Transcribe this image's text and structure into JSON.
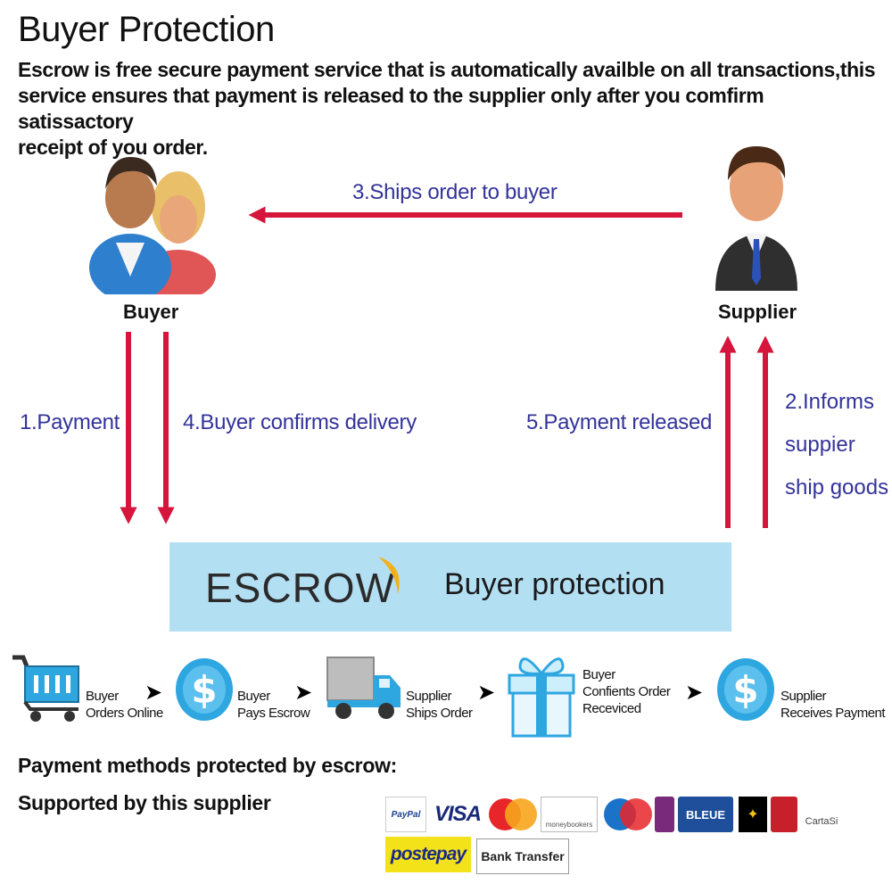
{
  "header": {
    "title": "Buyer Protection",
    "description_line1": "Escrow is free secure payment service that is automatically availble on all transactions,this",
    "description_line2": "service ensures that payment is released to the supplier only after you comfirm satissactory",
    "description_line3": "receipt of you order."
  },
  "parties": {
    "buyer": "Buyer",
    "supplier": "Supplier"
  },
  "steps": {
    "step1": "1.Payment",
    "step2_line1": "2.Informs",
    "step2_line2": "suppier",
    "step2_line3": "ship goods",
    "step3": "3.Ships order to buyer",
    "step4": "4.Buyer confirms delivery",
    "step5": "5.Payment released"
  },
  "escrow_band": {
    "logo_text": "ESCROW",
    "tagline": "Buyer protection"
  },
  "flow": [
    {
      "icon": "shopping-cart-icon",
      "line1": "Buyer",
      "line2": "Orders Online"
    },
    {
      "icon": "dollar-coin-icon",
      "line1": "Buyer",
      "line2": "Pays Escrow"
    },
    {
      "icon": "delivery-truck-icon",
      "line1": "Supplier",
      "line2": "Ships Order"
    },
    {
      "icon": "gift-box-icon",
      "line1": "Buyer",
      "line2": "Confients Order",
      "line3": "Receviced"
    },
    {
      "icon": "dollar-coin-icon",
      "line1": "Supplier",
      "line2": "Receives Payment"
    }
  ],
  "payment_methods": {
    "title": "Payment methods protected by escrow:",
    "subtitle": "Supported by this supplier",
    "logos": {
      "paypal": "PayPal",
      "visa": "VISA",
      "mastercard": "MasterCard",
      "moneybookers": "moneybookers",
      "maestro": "Maestro",
      "bleue": "BLEUE",
      "cartasi": "CartaSi",
      "postepay": "postepay",
      "bank_transfer": "Bank Transfer"
    }
  },
  "colors": {
    "arrow": "#d6153c",
    "step_text": "#33339a",
    "escrow_band": "#b3dff3",
    "swoosh": "#f2b01e",
    "icon_blue": "#2ea6e0"
  }
}
